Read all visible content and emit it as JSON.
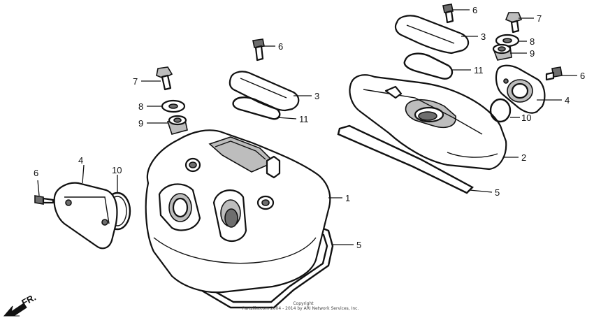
{
  "callouts": {
    "c1": "1",
    "c2": "2",
    "c3_front": "3",
    "c3_rear": "3",
    "c4_front": "4",
    "c4_rear": "4",
    "c5_front": "5",
    "c5_rear": "5",
    "c6_left": "6",
    "c6_mid": "6",
    "c6_top": "6",
    "c6_right": "6",
    "c7_front": "7",
    "c7_rear": "7",
    "c8_front": "8",
    "c8_rear": "8",
    "c9_front": "9",
    "c9_rear": "9",
    "c10_front": "10",
    "c10_rear": "10",
    "c11_front": "11",
    "c11_rear": "11"
  },
  "direction_label": "FR.",
  "copyright": {
    "line1": "Copyright",
    "line2": "Partzilla.com 2004 - 2014 by ARI Network Services, Inc."
  }
}
